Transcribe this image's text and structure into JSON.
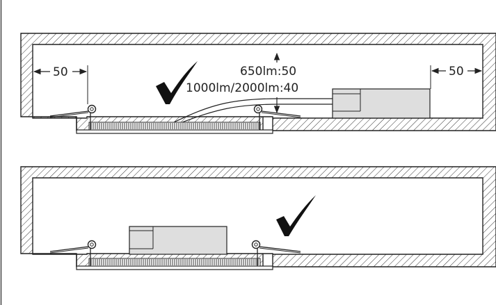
{
  "top_panel": {
    "left_clearance_label": "50",
    "right_clearance_label": "50",
    "height_label_line1": "650lm:50",
    "height_label_line2": "1000lm/2000lm:40",
    "check_icon": "check-mark-icon"
  },
  "bottom_panel": {
    "check_icon": "check-mark-icon"
  },
  "colors": {
    "line": "#222222",
    "driver_fill": "#dedede",
    "hatch": "#333333",
    "background": "#ffffff"
  }
}
